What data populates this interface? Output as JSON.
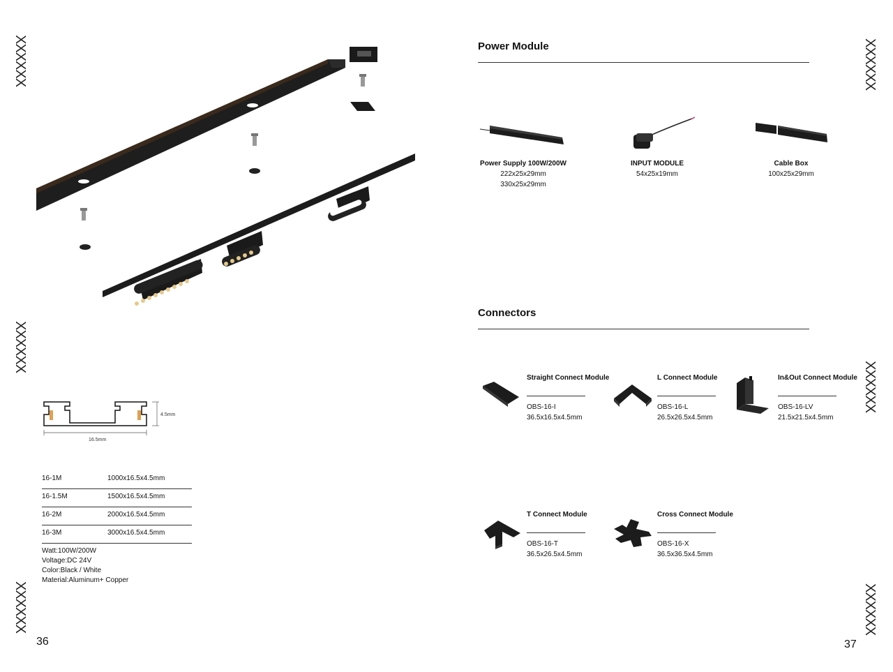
{
  "pages": {
    "left_number": "36",
    "right_number": "37"
  },
  "spine_marks": [
    "XXXXXX",
    "XXXXXX",
    "XXXXXX",
    "XXXXXX",
    "XXXXXX"
  ],
  "power_module": {
    "title": "Power Module",
    "products": [
      {
        "name": "Power Supply 100W/200W",
        "dims": [
          "222x25x29mm",
          "330x25x29mm"
        ]
      },
      {
        "name": "INPUT MODULE",
        "dims": [
          "54x25x19mm"
        ]
      },
      {
        "name": "Cable Box",
        "dims": [
          "100x25x29mm"
        ]
      }
    ]
  },
  "connectors": {
    "title": "Connectors",
    "items": [
      {
        "name": "Straight Connect Module",
        "code": "OBS-16-I",
        "dims": "36.5x16.5x4.5mm"
      },
      {
        "name": "L Connect Module",
        "code": "OBS-16-L",
        "dims": "26.5x26.5x4.5mm"
      },
      {
        "name": "In&Out Connect Module",
        "code": "OBS-16-LV",
        "dims": "21.5x21.5x4.5mm"
      },
      {
        "name": "T Connect Module",
        "code": "OBS-16-T",
        "dims": "36.5x26.5x4.5mm"
      },
      {
        "name": "Cross Connect Module",
        "code": "OBS-16-X",
        "dims": "36.5x36.5x4.5mm"
      }
    ]
  },
  "profile": {
    "height_label": "4.5mm",
    "width_label": "16.5mm"
  },
  "spec_table": [
    {
      "model": "16-1M",
      "size": "1000x16.5x4.5mm"
    },
    {
      "model": "16-1.5M",
      "size": "1500x16.5x4.5mm"
    },
    {
      "model": "16-2M",
      "size": "2000x16.5x4.5mm"
    },
    {
      "model": "16-3M",
      "size": "3000x16.5x4.5mm"
    }
  ],
  "specs": [
    "Watt:100W/200W",
    "Voltage:DC 24V",
    "Color:Black / White",
    "Material:Aluminum+ Copper"
  ]
}
